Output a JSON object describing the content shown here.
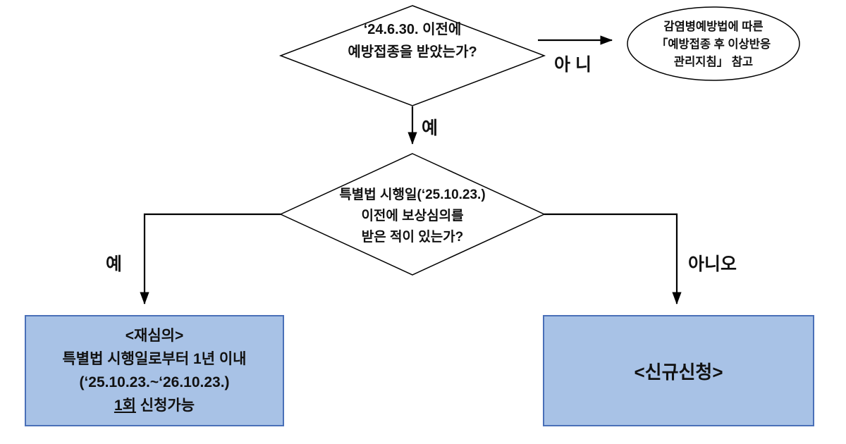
{
  "colors": {
    "box_fill": "#a8c2e6",
    "box_border": "#4a70b8",
    "line_color": "#000000",
    "text_color": "#111111"
  },
  "flowchart": {
    "decision1": {
      "lines": [
        "‘24.6.30. 이전에",
        "예방접종을 받았는가?"
      ]
    },
    "terminal_no": {
      "lines": [
        "감염병예방법에 따른",
        "「예방접종 후 이상반응",
        "관리지침」 참고"
      ]
    },
    "label_no_top": "아 니",
    "label_yes_mid": "예",
    "decision2": {
      "lines": [
        "특별법 시행일(‘25.10.23.)",
        "이전에 보상심의를",
        "받은 적이 있는가?"
      ]
    },
    "label_yes_left": "예",
    "label_no_right": "아니오",
    "result_left": {
      "line1": "<재심의>",
      "line2": "특별법 시행일로부터 1년 이내",
      "line3": "(‘25.10.23.~‘26.10.23.)",
      "line4_underlined": "1회",
      "line4_rest": " 신청가능"
    },
    "result_right": {
      "label": "<신규신청>"
    }
  }
}
